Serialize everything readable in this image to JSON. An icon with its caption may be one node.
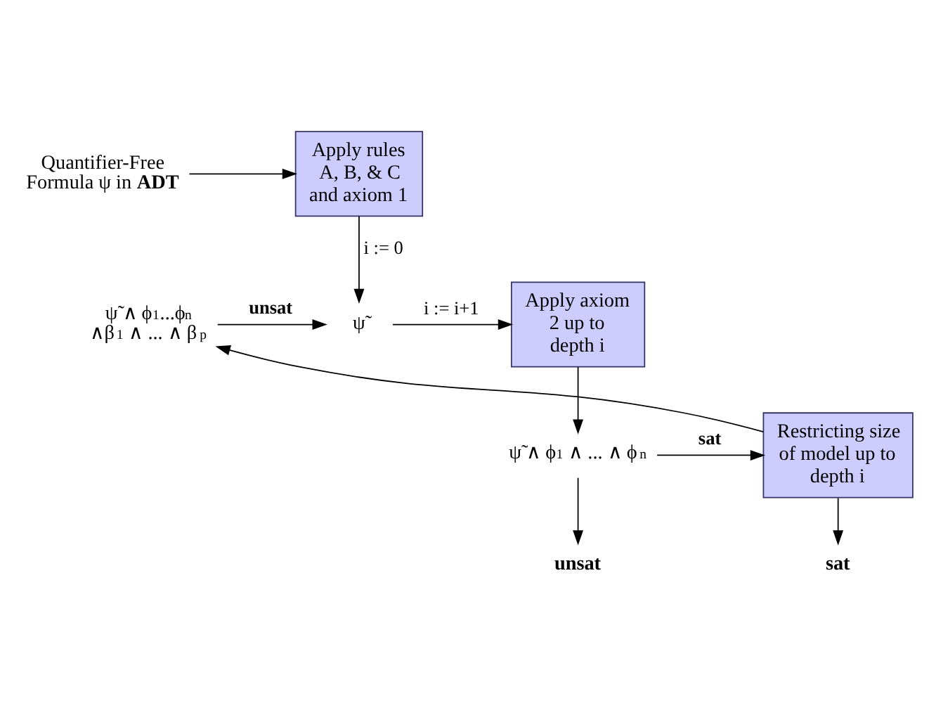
{
  "diagram": {
    "nodes": [
      {
        "text": [
          "Quantifier-Free Formula ψ in **ADT**"
        ]
      },
      {
        "text": [
          "Apply rules A, B, & C and axiom 1"
        ]
      },
      {
        "text": [
          "ψ̃"
        ]
      },
      {
        "text": [
          "Apply axiom 2 up to depth i"
        ]
      },
      {
        "text": [
          "ψ̃ ∧ ϕ$_{1}$ ∧ ... ∧ ϕ$_{n}$"
        ]
      },
      {
        "text": [
          "Restricting size of model up to depth i"
        ]
      },
      {
        "text": [
          "ψ̃ ∧ ϕ$_{1}$...ϕ$_{n}$ ∧β$_{1}$ ∧ ... ∧ β$_{p}$"
        ]
      },
      {
        "text": [
          "sat"
        ]
      },
      {
        "text": [
          "unsat"
        ]
      }
    ],
    "edges": [
      {
        "from": 0,
        "to": 1,
        "arrow": "to"
      },
      {
        "from": 1,
        "to": 2,
        "arrow": "to",
        "label": "i := 0"
      },
      {
        "from": 2,
        "to": 3,
        "arrow": "to",
        "label": "i := i+1"
      },
      {
        "from": 3,
        "to": 4,
        "arrow": "to"
      },
      {
        "from": 4,
        "to": 5,
        "arrow": "to",
        "label": "sat"
      },
      {
        "from": 5,
        "to": 6,
        "arrow": "to"
      },
      {
        "from": 6,
        "to": 2,
        "arrow": "to",
        "label": "unsat"
      },
      {
        "from": 5,
        "to": 7,
        "arrow": "to"
      },
      {
        "from": 4,
        "to": 8,
        "arrow": "to"
      }
    ]
  }
}
